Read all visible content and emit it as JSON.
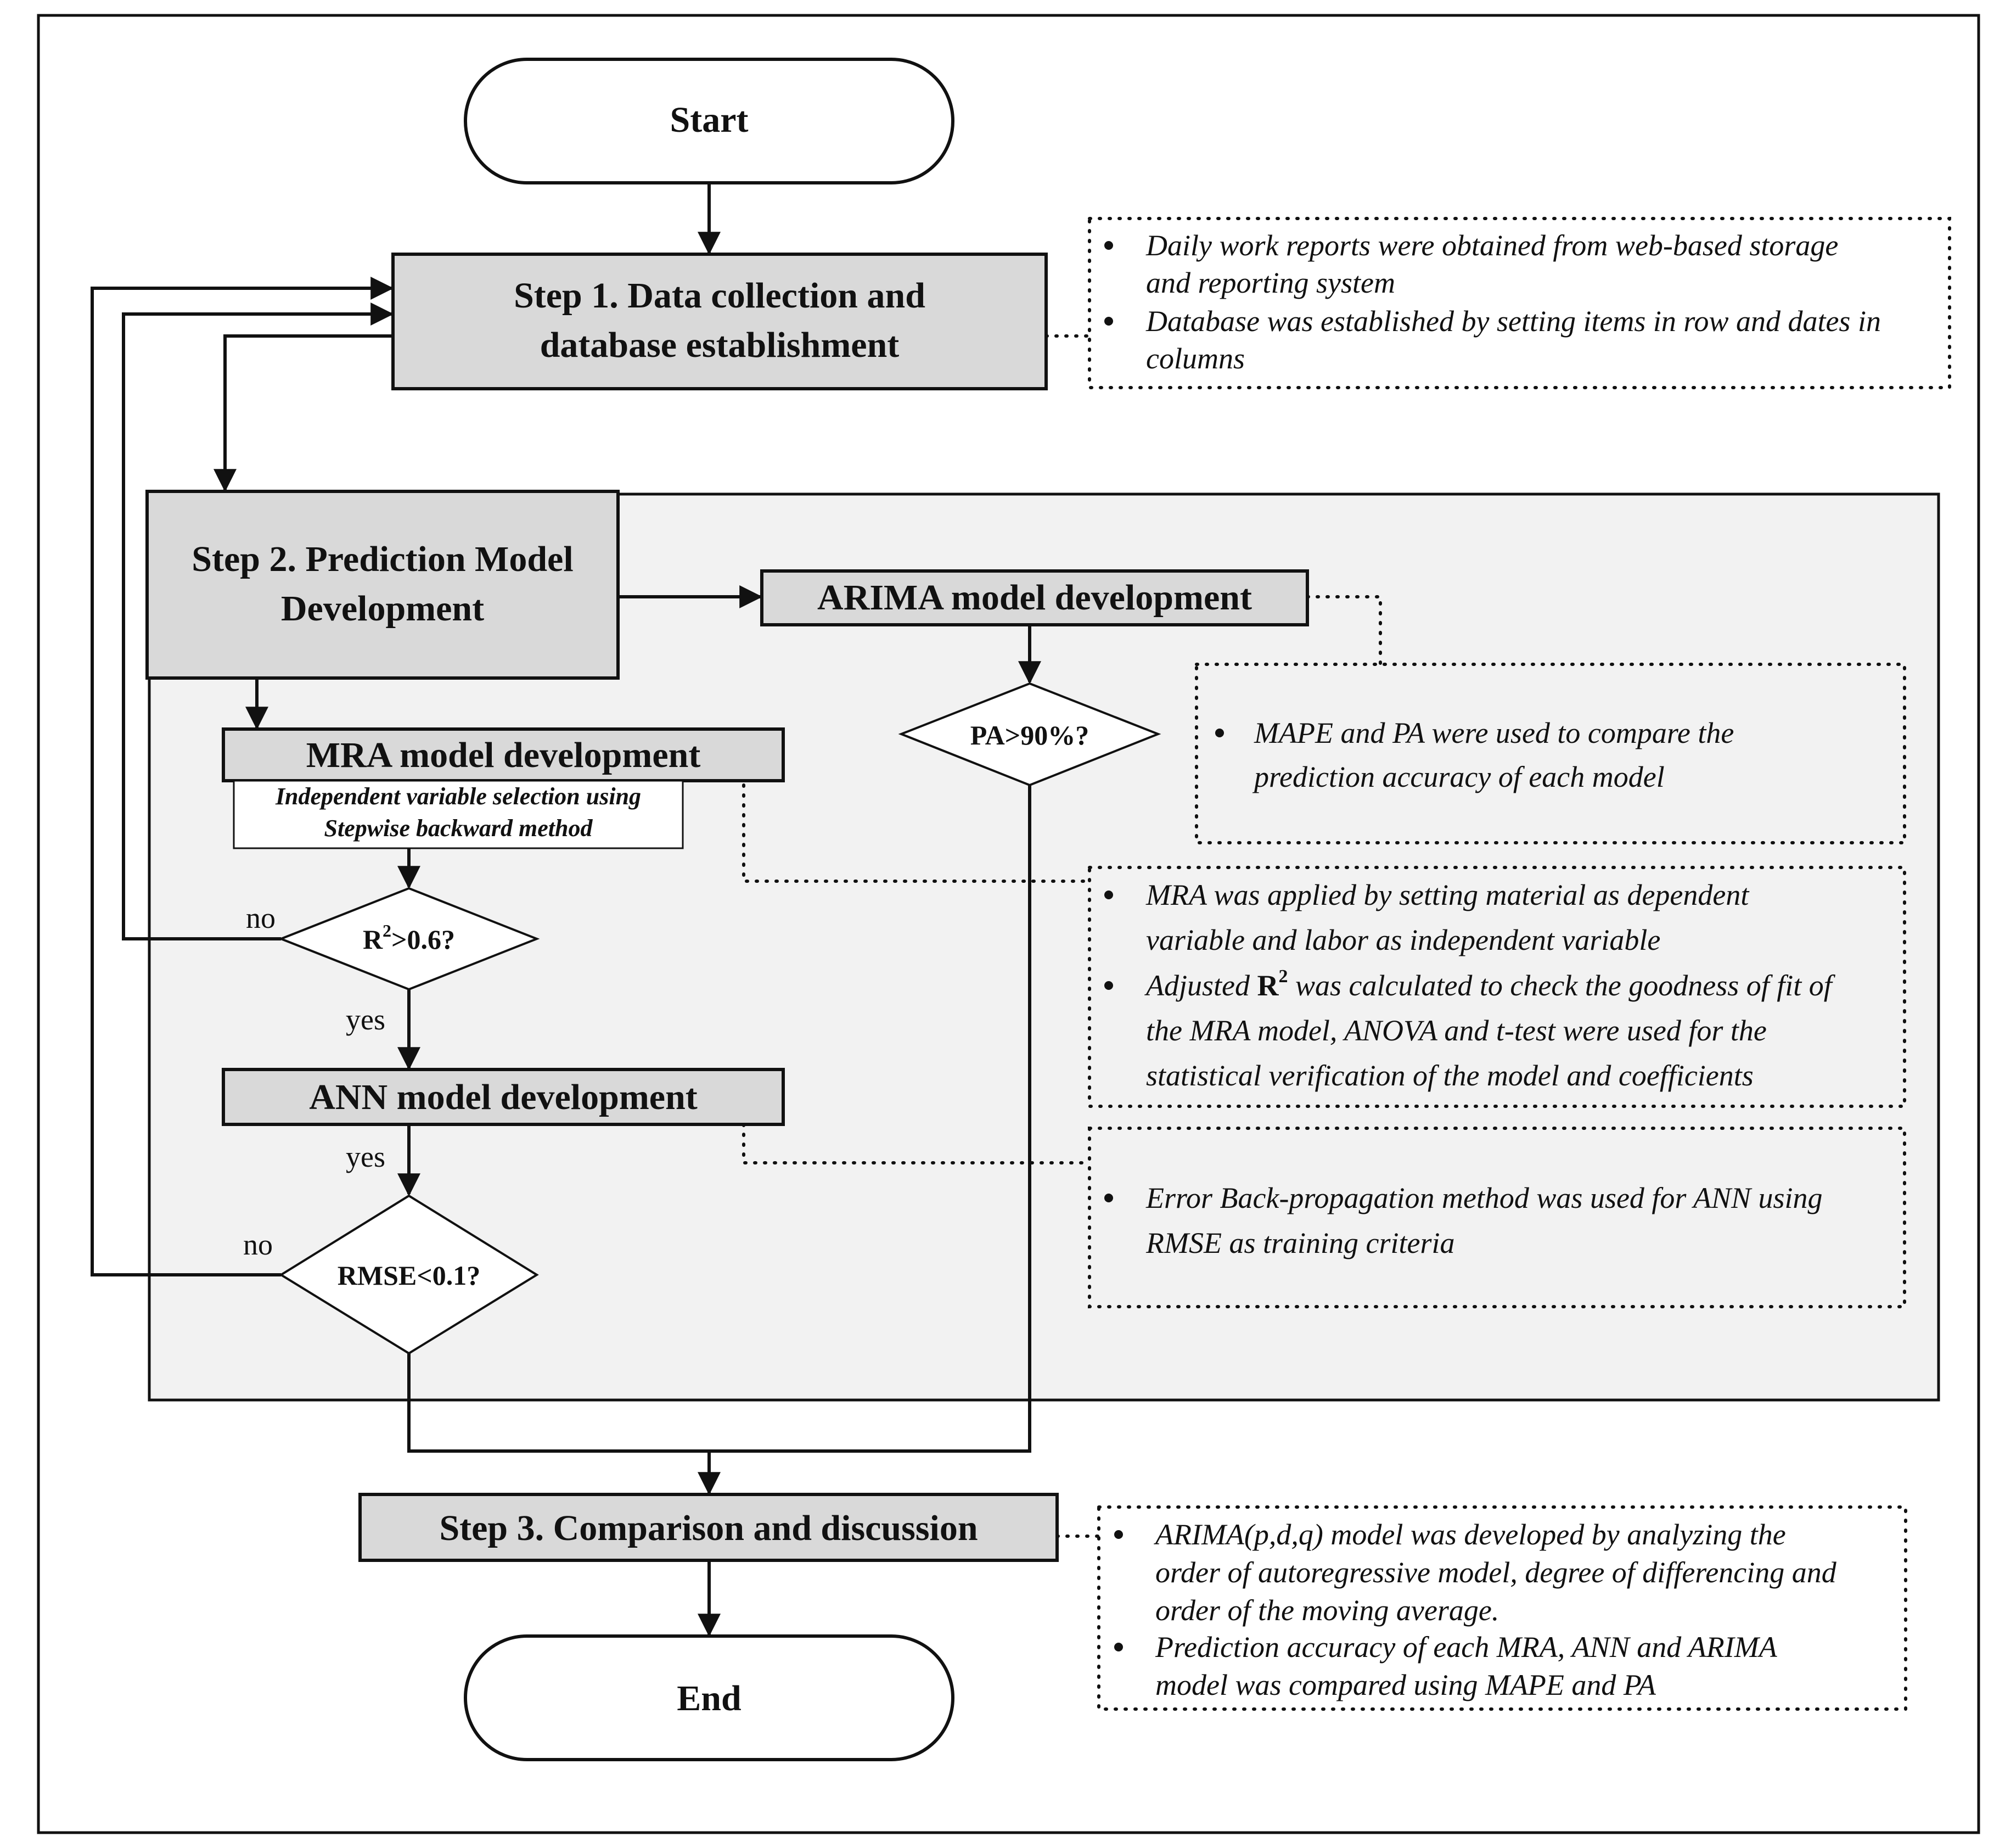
{
  "start": "Start",
  "end": "End",
  "step1": {
    "line1": "Step 1. Data collection and",
    "line2": "database establishment"
  },
  "step2": {
    "line1": "Step 2. Prediction Model",
    "line2": "Development"
  },
  "step3": "Step 3. Comparison and discussion",
  "arima": "ARIMA model development",
  "mra": "MRA model development",
  "mra_sub": {
    "line1": "Independent variable selection using",
    "line2": "Stepwise backward method"
  },
  "ann": "ANN model development",
  "d_pa": "PA>90%?",
  "d_r2": {
    "base": "R",
    "sup": "2",
    "rest": ">0.6?"
  },
  "d_rmse": "RMSE<0.1?",
  "labels": {
    "no1": "no",
    "yes1": "yes",
    "yes2": "yes",
    "no2": "no"
  },
  "note1": {
    "b1l1": "Daily work reports were obtained from web-based storage",
    "b1l2": "and reporting system",
    "b2l1": "Database was established by setting items in row and dates in",
    "b2l2": "columns"
  },
  "note_pa": {
    "l1": "MAPE and PA were used to compare the",
    "l2": "prediction accuracy of each model"
  },
  "note_mra": {
    "b1l1": "MRA was applied by setting material as dependent",
    "b1l2": "variable and labor as independent variable",
    "b2l1_a": "Adjusted ",
    "b2l1_r": "R",
    "b2l1_sup": "2",
    "b2l1_b": " was calculated to check the goodness of fit of",
    "b2l2": "the MRA model, ANOVA and t-test were used for the",
    "b2l3": "statistical verification of the model and coefficients"
  },
  "note_ann": {
    "l1": "Error Back-propagation method was used for ANN using",
    "l2": "RMSE as training criteria"
  },
  "note3": {
    "b1l1": "ARIMA(p,d,q) model was developed by analyzing the",
    "b1l2": "order of autoregressive model, degree of differencing and",
    "b1l3": "order of the moving average.",
    "b2l1": "Prediction accuracy of each MRA, ANN and ARIMA",
    "b2l2": "model was compared using MAPE and PA"
  }
}
